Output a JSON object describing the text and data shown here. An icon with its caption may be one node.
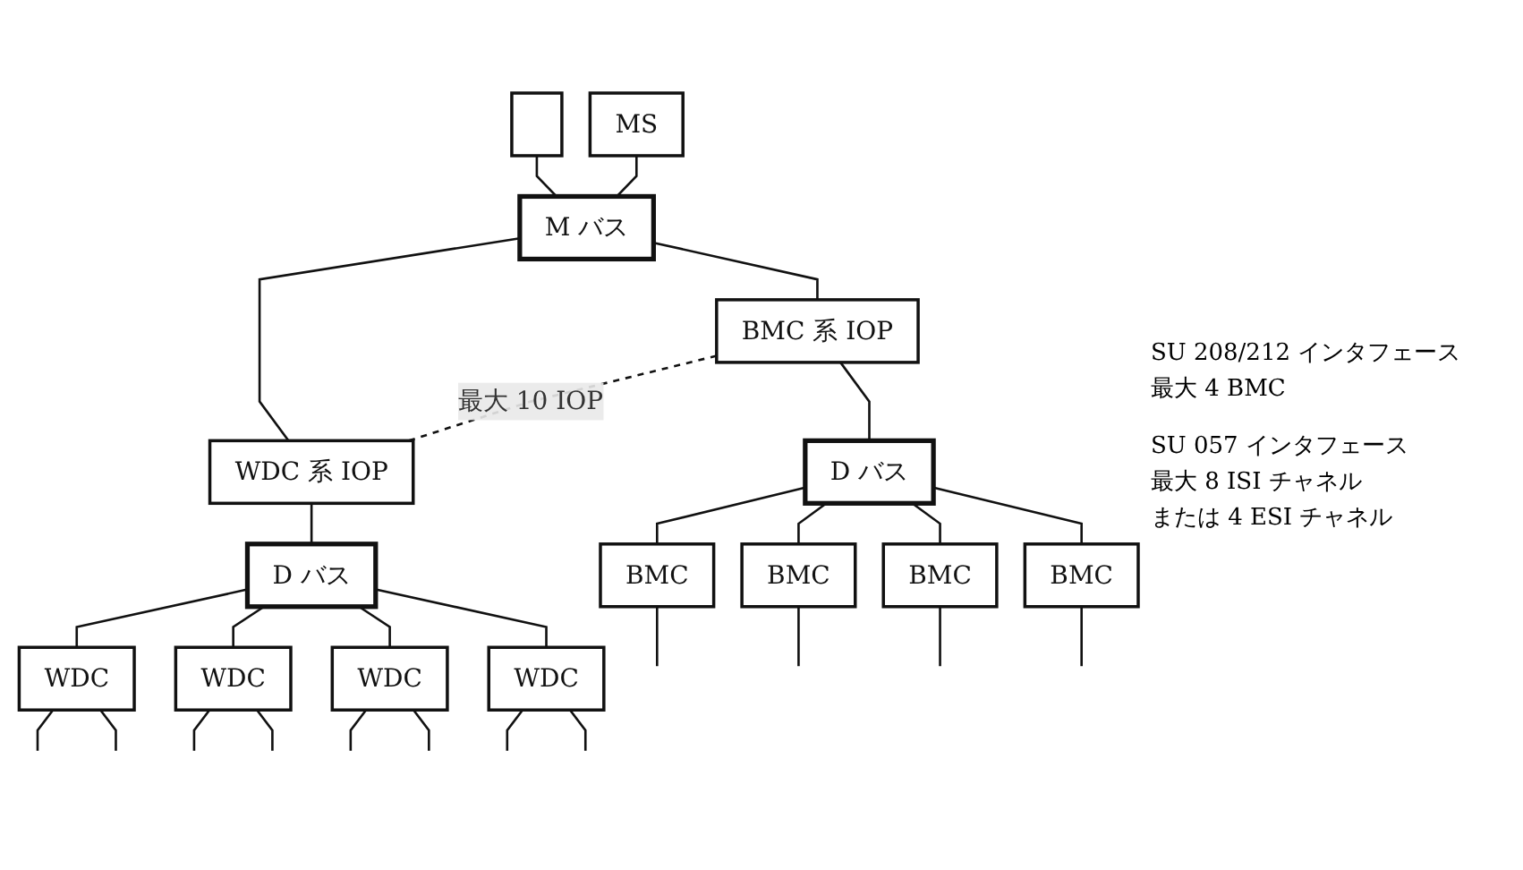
{
  "diagram": {
    "nodes": [
      {
        "text": [],
        "shape": "box"
      },
      {
        "text": [
          "MS"
        ]
      },
      {
        "text": [
          "M バス"
        ]
      },
      {
        "text": [
          "BMC 系 IOP"
        ]
      },
      {
        "text": [
          "WDC 系 IOP"
        ]
      },
      {
        "text": [
          "D バス"
        ]
      },
      {
        "text": [
          "D バス"
        ]
      },
      {
        "text": [
          "BMC"
        ]
      },
      {
        "text": [
          "BMC"
        ]
      },
      {
        "text": [
          "BMC"
        ]
      },
      {
        "text": [
          "BMC"
        ]
      },
      {
        "text": [
          "WDC"
        ]
      },
      {
        "text": [
          "WDC"
        ]
      },
      {
        "text": [
          "WDC"
        ]
      },
      {
        "text": [
          "WDC"
        ]
      }
    ],
    "edges": [
      {
        "from": 0,
        "to": 2,
        "arrow": "none"
      },
      {
        "from": 1,
        "to": 2,
        "arrow": "none"
      },
      {
        "from": 2,
        "to": 3,
        "arrow": "none"
      },
      {
        "from": 2,
        "to": 4,
        "arrow": "none"
      },
      {
        "from": 3,
        "to": 4,
        "arrow": "none",
        "label": "最大 10 IOP",
        "style": "dashed"
      },
      {
        "from": 3,
        "to": 5,
        "arrow": "none"
      },
      {
        "from": 4,
        "to": 6,
        "arrow": "none"
      },
      {
        "from": 5,
        "to": 7,
        "arrow": "none"
      },
      {
        "from": 5,
        "to": 8,
        "arrow": "none"
      },
      {
        "from": 5,
        "to": 9,
        "arrow": "none"
      },
      {
        "from": 5,
        "to": 10,
        "arrow": "none"
      },
      {
        "from": 6,
        "to": 11,
        "arrow": "none"
      },
      {
        "from": 6,
        "to": 12,
        "arrow": "none"
      },
      {
        "from": 6,
        "to": 13,
        "arrow": "none"
      },
      {
        "from": 6,
        "to": 14,
        "arrow": "none"
      },
      {
        "from": 7,
        "to": null,
        "arrow": "none"
      },
      {
        "from": 8,
        "to": null,
        "arrow": "none"
      },
      {
        "from": 9,
        "to": null,
        "arrow": "none"
      },
      {
        "from": 10,
        "to": null,
        "arrow": "none"
      },
      {
        "from": 11,
        "to": null,
        "arrow": "none"
      },
      {
        "from": 11,
        "to": null,
        "arrow": "none"
      },
      {
        "from": 12,
        "to": null,
        "arrow": "none"
      },
      {
        "from": 12,
        "to": null,
        "arrow": "none"
      },
      {
        "from": 13,
        "to": null,
        "arrow": "none"
      },
      {
        "from": 13,
        "to": null,
        "arrow": "none"
      },
      {
        "from": 14,
        "to": null,
        "arrow": "none"
      },
      {
        "from": 14,
        "to": null,
        "arrow": "none"
      }
    ],
    "labels": [
      "SU 208/212 インタフェース",
      "最大 4 BMC",
      "SU 057 インタフェース",
      "最大 8 ISI チャネル",
      "または 4 ESI チャネル"
    ]
  }
}
